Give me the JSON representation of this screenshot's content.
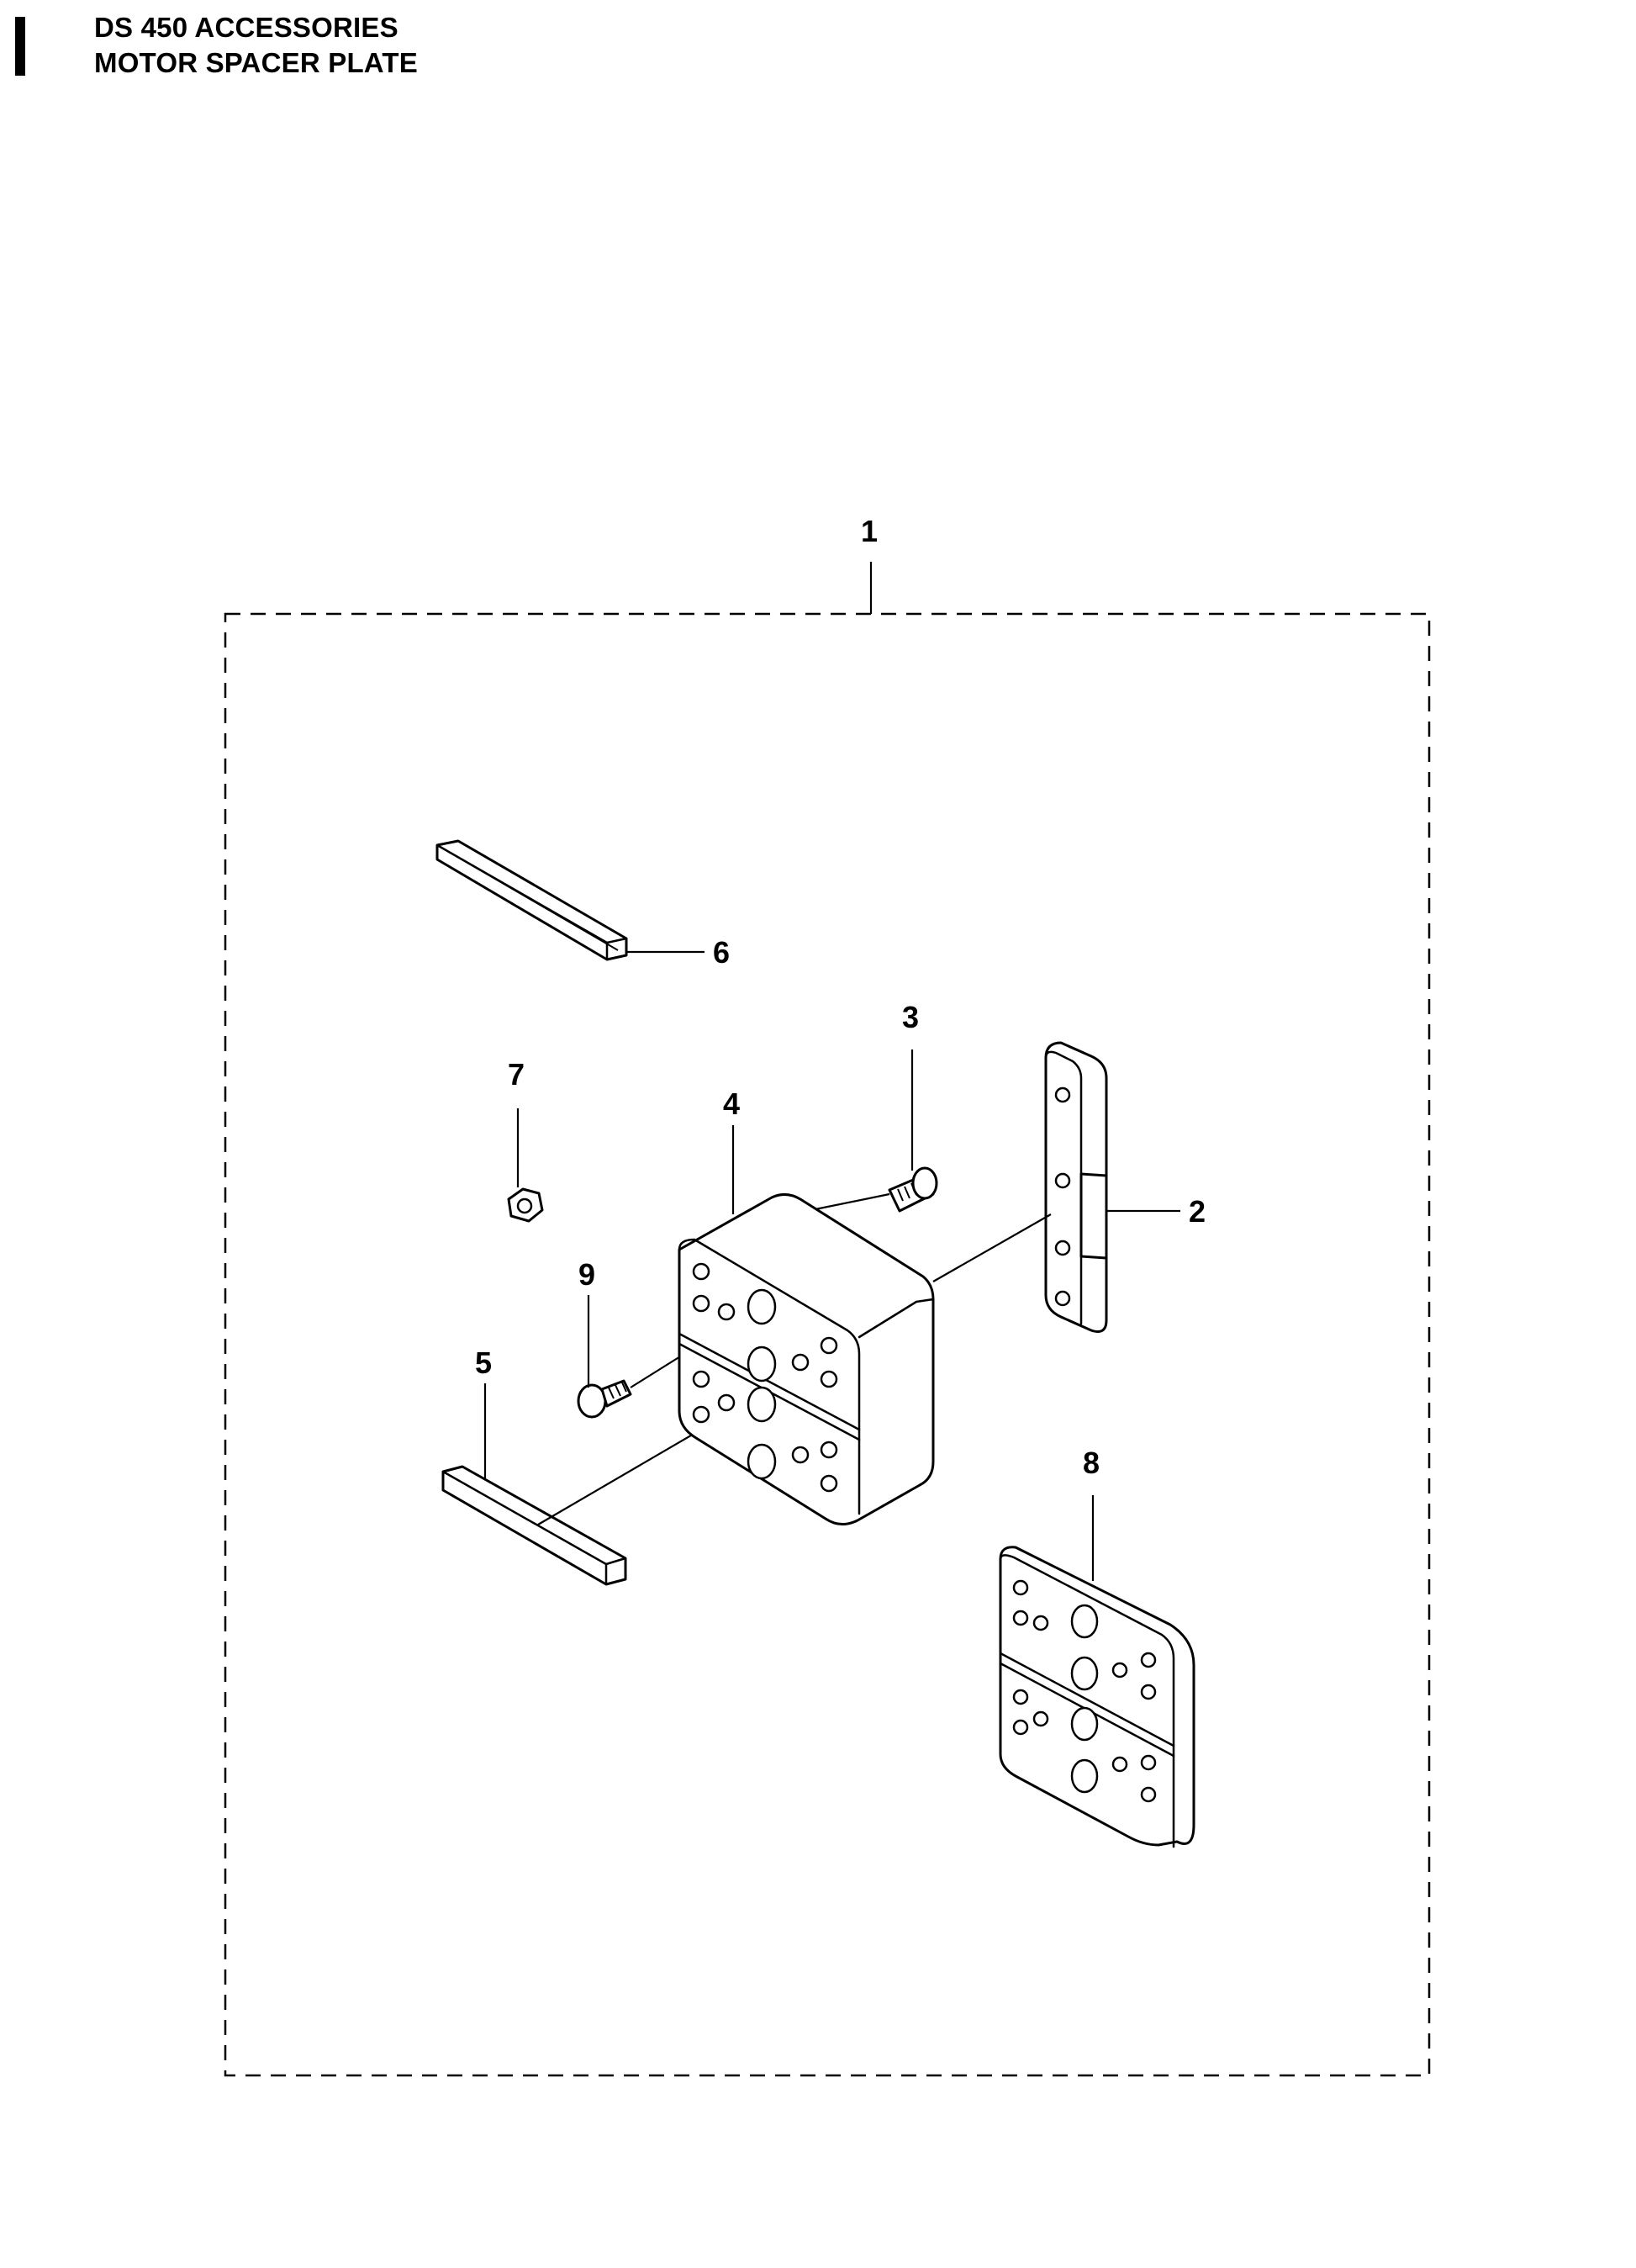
{
  "header": {
    "line1": "DS 450 ACCESSORIES",
    "line2": "MOTOR SPACER PLATE"
  },
  "callouts": [
    "1",
    "2",
    "3",
    "4",
    "5",
    "6",
    "7",
    "8",
    "9"
  ]
}
